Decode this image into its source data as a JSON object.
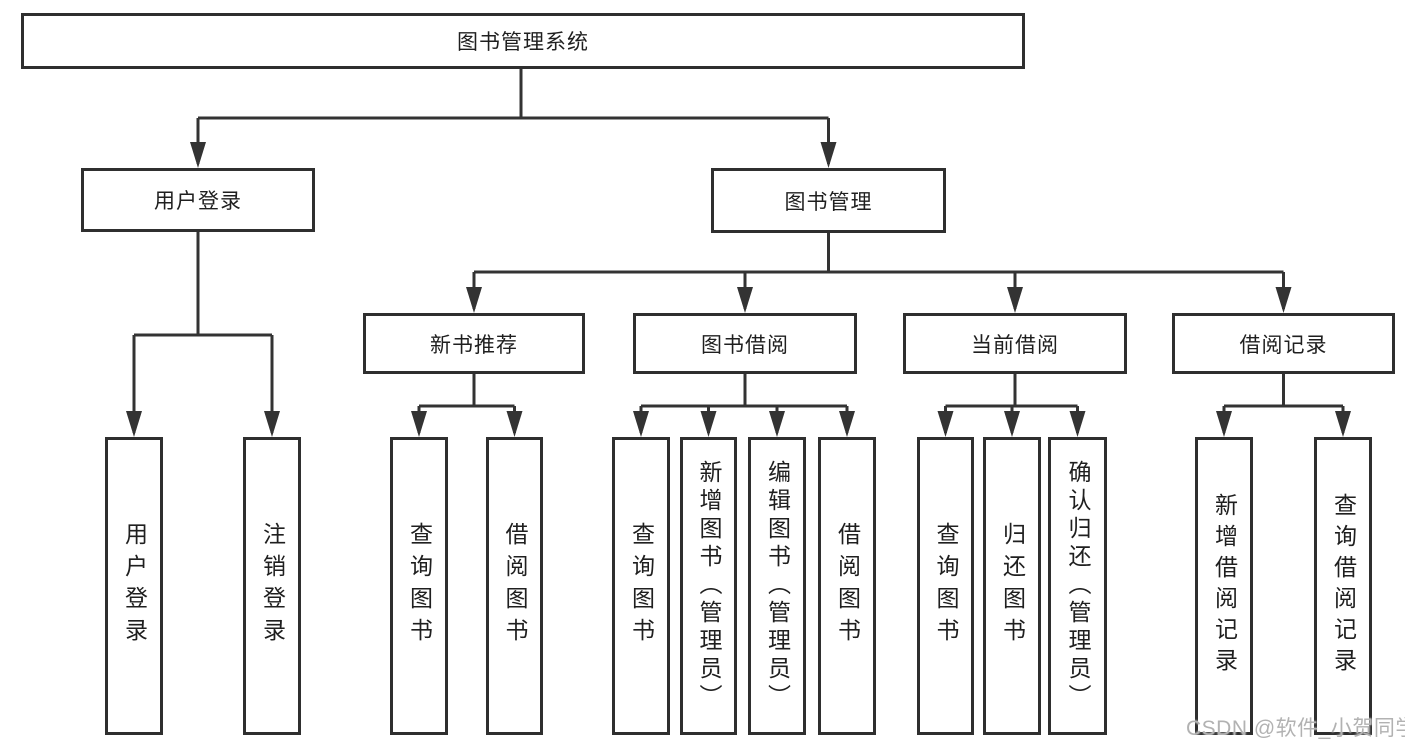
{
  "tree": {
    "root": {
      "label": "图书管理系统",
      "children": [
        {
          "label": "用户登录",
          "children": [
            {
              "label": "用户登录"
            },
            {
              "label": "注销登录"
            }
          ]
        },
        {
          "label": "图书管理",
          "children": [
            {
              "label": "新书推荐",
              "children": [
                {
                  "label": "查询图书"
                },
                {
                  "label": "借阅图书"
                }
              ]
            },
            {
              "label": "图书借阅",
              "children": [
                {
                  "label": "查询图书"
                },
                {
                  "label": "新增图书（管理员）"
                },
                {
                  "label": "编辑图书（管理员）"
                },
                {
                  "label": "借阅图书"
                }
              ]
            },
            {
              "label": "当前借阅",
              "children": [
                {
                  "label": "查询图书"
                },
                {
                  "label": "归还图书"
                },
                {
                  "label": "确认归还（管理员）"
                }
              ]
            },
            {
              "label": "借阅记录",
              "children": [
                {
                  "label": "新增借阅记录"
                },
                {
                  "label": "查询借阅记录"
                }
              ]
            }
          ]
        }
      ]
    }
  },
  "watermark": "CSDN @软件_小贺同学",
  "colors": {
    "line": "#333333",
    "box_border": "#2f2f2f",
    "text": "#1f1f1f",
    "background": "#ffffff",
    "watermark": "#b2b2b2"
  }
}
